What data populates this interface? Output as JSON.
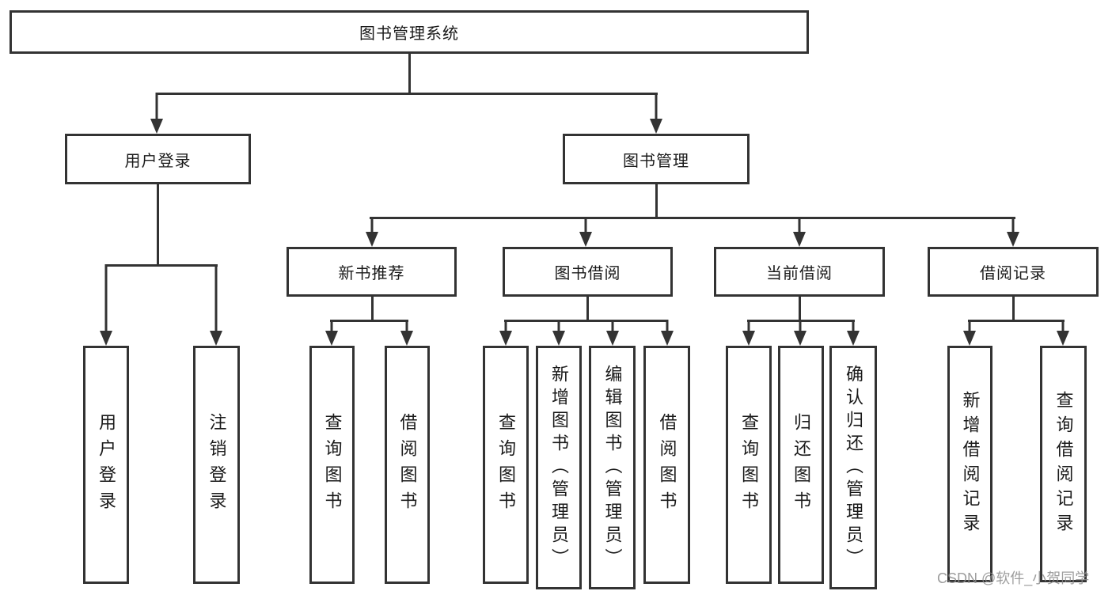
{
  "diagram": {
    "title": "图书管理系统",
    "root": "图书管理系统",
    "branches": [
      {
        "label": "用户登录",
        "children": [
          "用户登录",
          "注销登录"
        ]
      },
      {
        "label": "图书管理",
        "groups": [
          {
            "label": "新书推荐",
            "children": [
              "查询图书",
              "借阅图书"
            ]
          },
          {
            "label": "图书借阅",
            "children": [
              "查询图书",
              "新增图书（管理员）",
              "编辑图书（管理员）",
              "借阅图书"
            ]
          },
          {
            "label": "当前借阅",
            "children": [
              "查询图书",
              "归还图书",
              "确认归还（管理员）"
            ]
          },
          {
            "label": "借阅记录",
            "children": [
              "新增借阅记录",
              "查询借阅记录"
            ]
          }
        ]
      }
    ]
  },
  "watermark": {
    "text": "CSDN @软件_小贺同学"
  },
  "colors": {
    "line": "#333333",
    "text": "#1a1a1a",
    "background": "#ffffff",
    "watermark": "#8c8c8c"
  }
}
